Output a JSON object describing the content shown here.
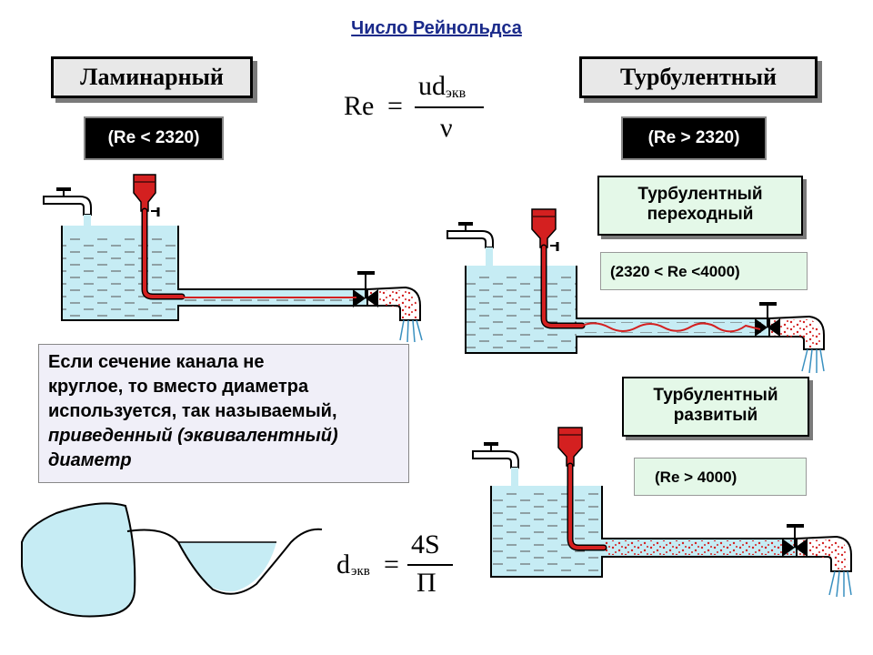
{
  "title": "Число Рейнольдса",
  "laminar": {
    "label": "Ламинарный",
    "condition": "(Re < 2320)"
  },
  "turbulent": {
    "label": "Турбулентный",
    "condition": "(Re > 2320)"
  },
  "formula_re": {
    "lhs": "Re",
    "eq": "=",
    "num_main": "ud",
    "num_sub": "экв",
    "den": "ν"
  },
  "transition": {
    "label_line1": "Турбулентный",
    "label_line2": "переходный",
    "condition": "(2320 < Re <4000)"
  },
  "developed": {
    "label_line1": "Турбулентный",
    "label_line2": "развитый",
    "condition": "(Re > 4000)"
  },
  "note": {
    "line1": "Если сечение канала не",
    "line2": "круглое, то вместо диаметра",
    "line3": "используется, так называемый,",
    "line4_italic": "приведенный (эквивалентный)",
    "line5_italic": "диаметр"
  },
  "formula_d": {
    "lhs_main": "d",
    "lhs_sub": "экв",
    "eq": "=",
    "num": "4S",
    "den": "П"
  },
  "colors": {
    "water": "#c6ecf4",
    "dye": "#d42020",
    "title": "#1a2a8a",
    "green_box": "#e4f8e8",
    "note_box": "#f0eff8"
  }
}
